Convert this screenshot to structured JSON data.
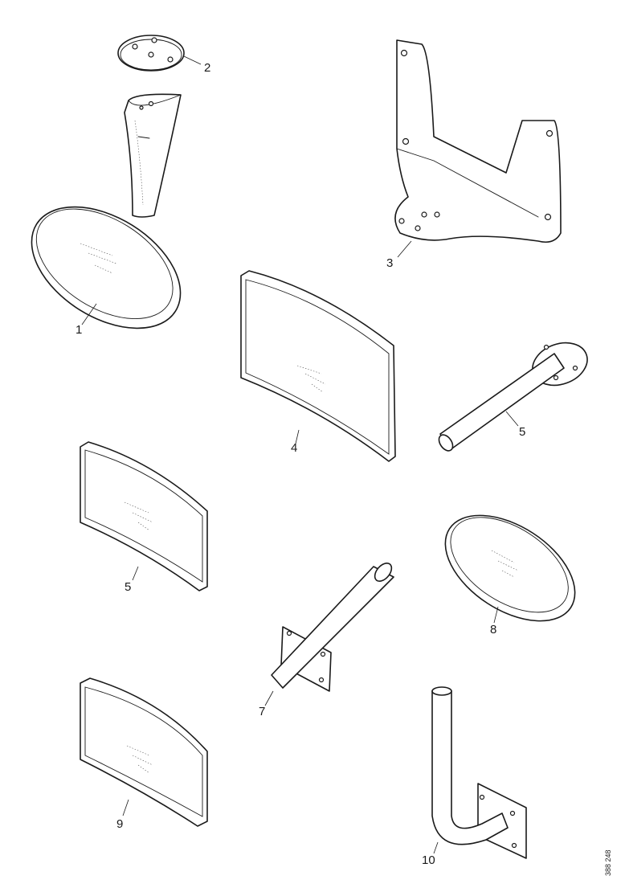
{
  "parts": [
    {
      "id": "1",
      "label": "1"
    },
    {
      "id": "2",
      "label": "2"
    },
    {
      "id": "3",
      "label": "3"
    },
    {
      "id": "4",
      "label": "4"
    },
    {
      "id": "5a",
      "label": "5"
    },
    {
      "id": "5b",
      "label": "5"
    },
    {
      "id": "7",
      "label": "7"
    },
    {
      "id": "8",
      "label": "8"
    },
    {
      "id": "9",
      "label": "9"
    },
    {
      "id": "10",
      "label": "10"
    }
  ],
  "drawing_reference": "388 248",
  "colors": {
    "line": "#1a1a1a",
    "background": "#ffffff"
  }
}
